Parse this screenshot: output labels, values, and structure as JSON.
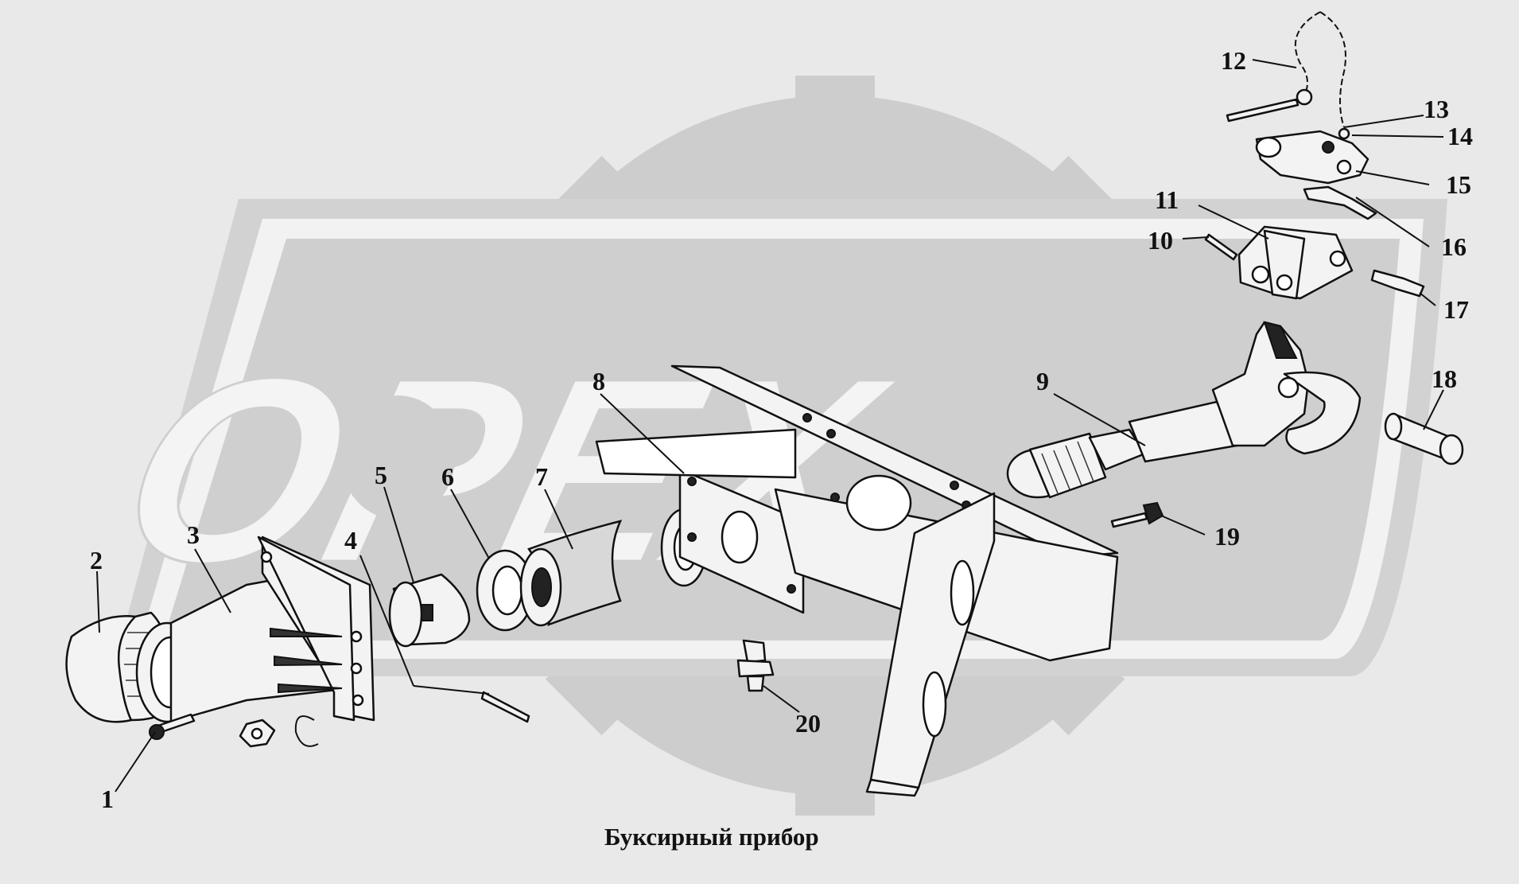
{
  "watermark": {
    "text": "OPEX"
  },
  "caption": "Буксирный прибор",
  "callouts": [
    {
      "id": "1",
      "label": "1"
    },
    {
      "id": "2",
      "label": "2"
    },
    {
      "id": "3",
      "label": "3"
    },
    {
      "id": "4",
      "label": "4"
    },
    {
      "id": "5",
      "label": "5"
    },
    {
      "id": "6",
      "label": "6"
    },
    {
      "id": "7",
      "label": "7"
    },
    {
      "id": "8",
      "label": "8"
    },
    {
      "id": "9",
      "label": "9"
    },
    {
      "id": "10",
      "label": "10"
    },
    {
      "id": "11",
      "label": "11"
    },
    {
      "id": "12",
      "label": "12"
    },
    {
      "id": "13",
      "label": "13"
    },
    {
      "id": "14",
      "label": "14"
    },
    {
      "id": "15",
      "label": "15"
    },
    {
      "id": "16",
      "label": "16"
    },
    {
      "id": "17",
      "label": "17"
    },
    {
      "id": "18",
      "label": "18"
    },
    {
      "id": "19",
      "label": "19"
    },
    {
      "id": "20",
      "label": "20"
    }
  ]
}
